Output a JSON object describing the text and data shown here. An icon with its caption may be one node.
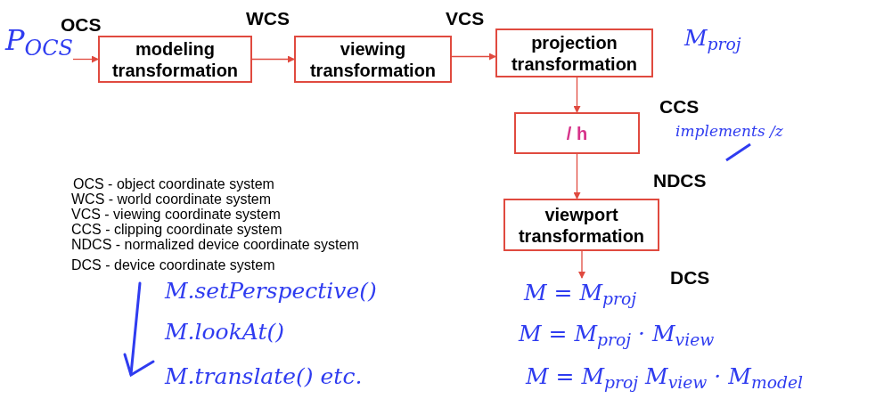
{
  "diagram": {
    "nodes": [
      {
        "text": [
          "P$_{OCS}$"
        ]
      },
      {
        "text": [
          "modeling transformation"
        ]
      },
      {
        "text": [
          "viewing transformation"
        ]
      },
      {
        "text": [
          "projection transformation"
        ]
      },
      {
        "text": [
          "/ h"
        ]
      },
      {
        "text": [
          "viewport transformation"
        ]
      },
      {
        "text": [
          "M = M$_{proj}$"
        ]
      }
    ],
    "edges": [
      {
        "from": 0,
        "to": 1,
        "arrow": "to"
      },
      {
        "from": 1,
        "to": 2,
        "arrow": "to"
      },
      {
        "from": 2,
        "to": 3,
        "arrow": "to"
      },
      {
        "from": 3,
        "to": 4,
        "arrow": "to"
      },
      {
        "from": 4,
        "to": 5,
        "arrow": "to"
      },
      {
        "from": 5,
        "to": 6,
        "arrow": "to"
      }
    ],
    "labels": [
      "OCS",
      "WCS",
      "VCS",
      "M$_{proj}$",
      "CCS",
      "implements /z",
      "NDCS",
      "OCS - object coordinate system",
      "WCS - world coordinate system",
      "VCS - viewing coordinate system",
      "CCS - clipping coordinate system",
      "NDCS - normalized device coordinate system",
      "DCS - device coordinate system",
      "DCS",
      "M.setPerspective()",
      "M.lookAt()",
      "M.translate() etc.",
      "M = M$_{proj}$ · M$_{view}$",
      "M = M$_{proj}$ M$_{view}$ · M$_{model}$"
    ]
  }
}
